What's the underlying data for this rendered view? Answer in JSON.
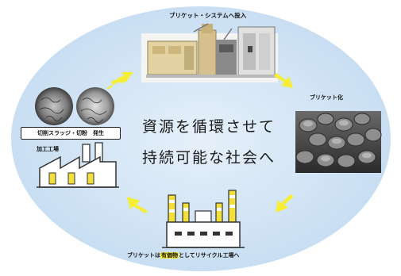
{
  "labels": {
    "system": "ブリケット・システムへ投入",
    "briquette": "ブリケット化",
    "sludge": "切削スラッジ・切粉　発生",
    "factory": "加工工場",
    "bottom_prefix": "ブリケットは",
    "bottom_highlight": "有価物",
    "bottom_suffix": "としてリサイクル工場へ"
  },
  "center": {
    "line1": "資源を循環させて",
    "line2": "持続可能な社会へ"
  },
  "colors": {
    "arrow": "#f6ee32",
    "background": "#cfe2f4",
    "highlight": "#f6ee32"
  },
  "icons": [
    "briquetting-machine-illustration",
    "briquettes-photo",
    "metal-chips-photo",
    "factory-icon",
    "recycling-plant-icon",
    "cycle-arrow-icon"
  ]
}
